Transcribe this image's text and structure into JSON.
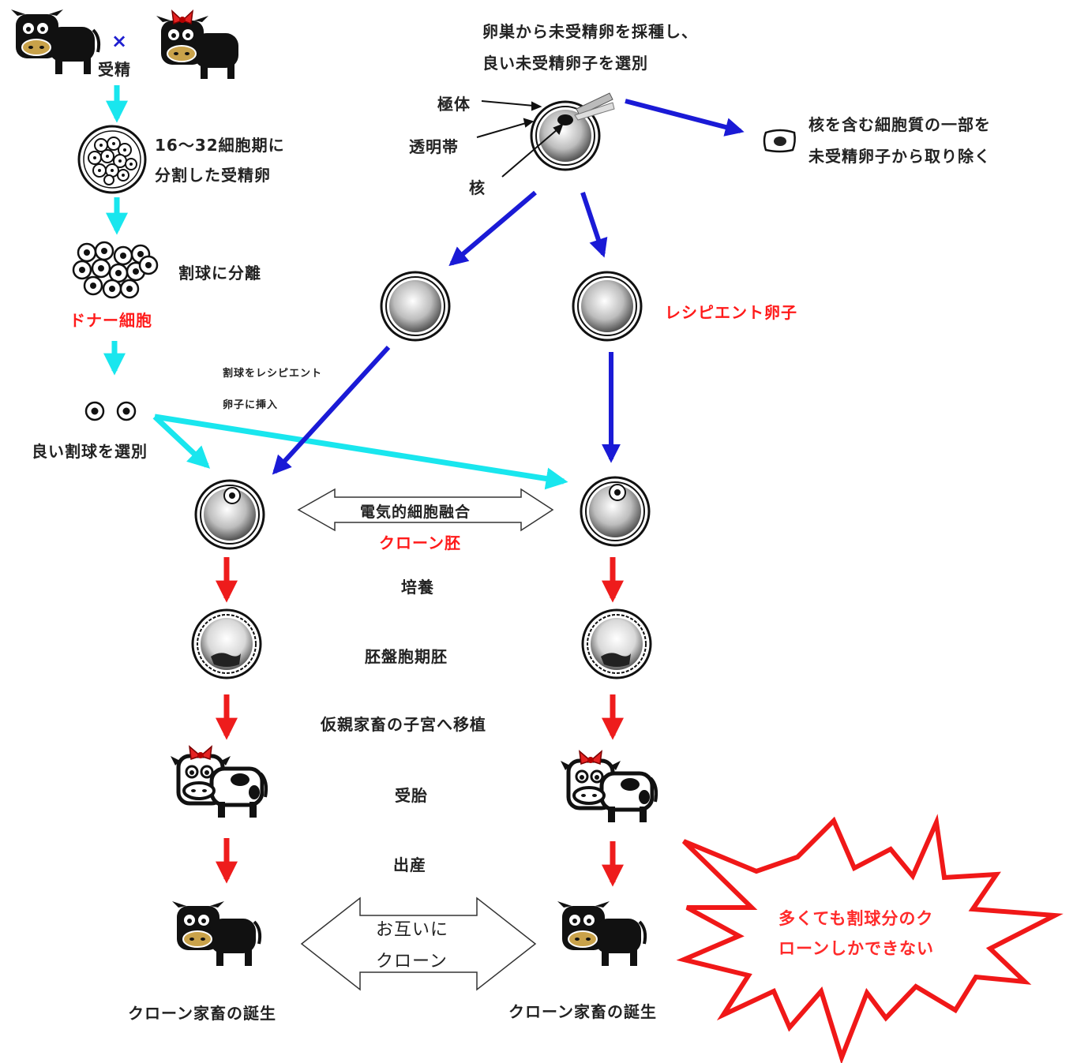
{
  "top": {
    "fertilization_symbol": "×",
    "fertilization": "受精",
    "oocyte_collection": [
      "卵巣から未受精卵を採種し、",
      "良い未受精卵子を選別"
    ]
  },
  "left_column": {
    "embryo_16_32": [
      "16～32細胞期に",
      "分割した受精卵"
    ],
    "separate_blastomeres": "割球に分離",
    "donor_cell": "ドナー細胞",
    "select_blastomeres": "良い割球を選別",
    "insert_note": [
      "割球をレシピエント",
      "卵子に挿入"
    ]
  },
  "oocyte_parts": {
    "polar_body": "極体",
    "zona": "透明帯",
    "nucleus": "核"
  },
  "enucleation": [
    "核を含む細胞質の一部を",
    "未受精卵子から取り除く"
  ],
  "recipient_oocyte": "レシピエント卵子",
  "steps": {
    "electrofusion": "電気的細胞融合",
    "clone_embryo": "クローン胚",
    "culture": "培養",
    "blastocyst": "胚盤胞期胚",
    "transfer": "仮親家畜の子宮へ移植",
    "pregnancy": "受胎",
    "birth": "出産"
  },
  "mutual_clone": [
    "お互いに",
    "クローン"
  ],
  "clone_birth_left": "クローン家畜の誕生",
  "clone_birth_right": "クローン家畜の誕生",
  "burst_text": [
    "多くても割球分のク",
    "ローンしかできない"
  ],
  "colors": {
    "cyan_arrow": "#19e6ee",
    "blue_arrow": "#1a1ad6",
    "red_arrow": "#ee1c1c",
    "red_text": "#ff1a1a"
  }
}
